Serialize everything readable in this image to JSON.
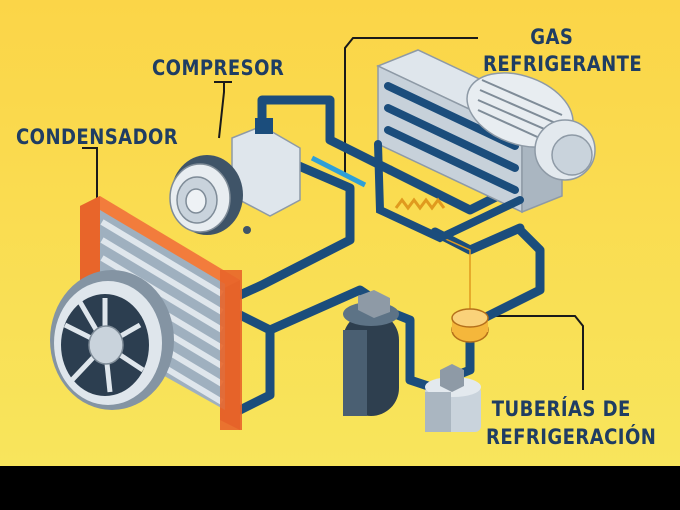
{
  "labels": {
    "compresor": "COMPRESOR",
    "condensador": "CONDENSADOR",
    "gas_line1": "GAS",
    "gas_line2": "REFRIGERANTE",
    "tuberias_line1": "TUBERÍAS DE",
    "tuberias_line2": "REFRIGERACIÓN"
  },
  "colors": {
    "background_top": "#fbd44a",
    "background_bottom": "#f8e45a",
    "pipe": "#1b4d7c",
    "pipe_highlight": "#2f9fd8",
    "label_text": "#1f3d63",
    "leader_line": "#1a1a1a",
    "condenser_frame": "#e8652a",
    "metal": "#c9d3dc",
    "metal_dark": "#7f8c98"
  }
}
